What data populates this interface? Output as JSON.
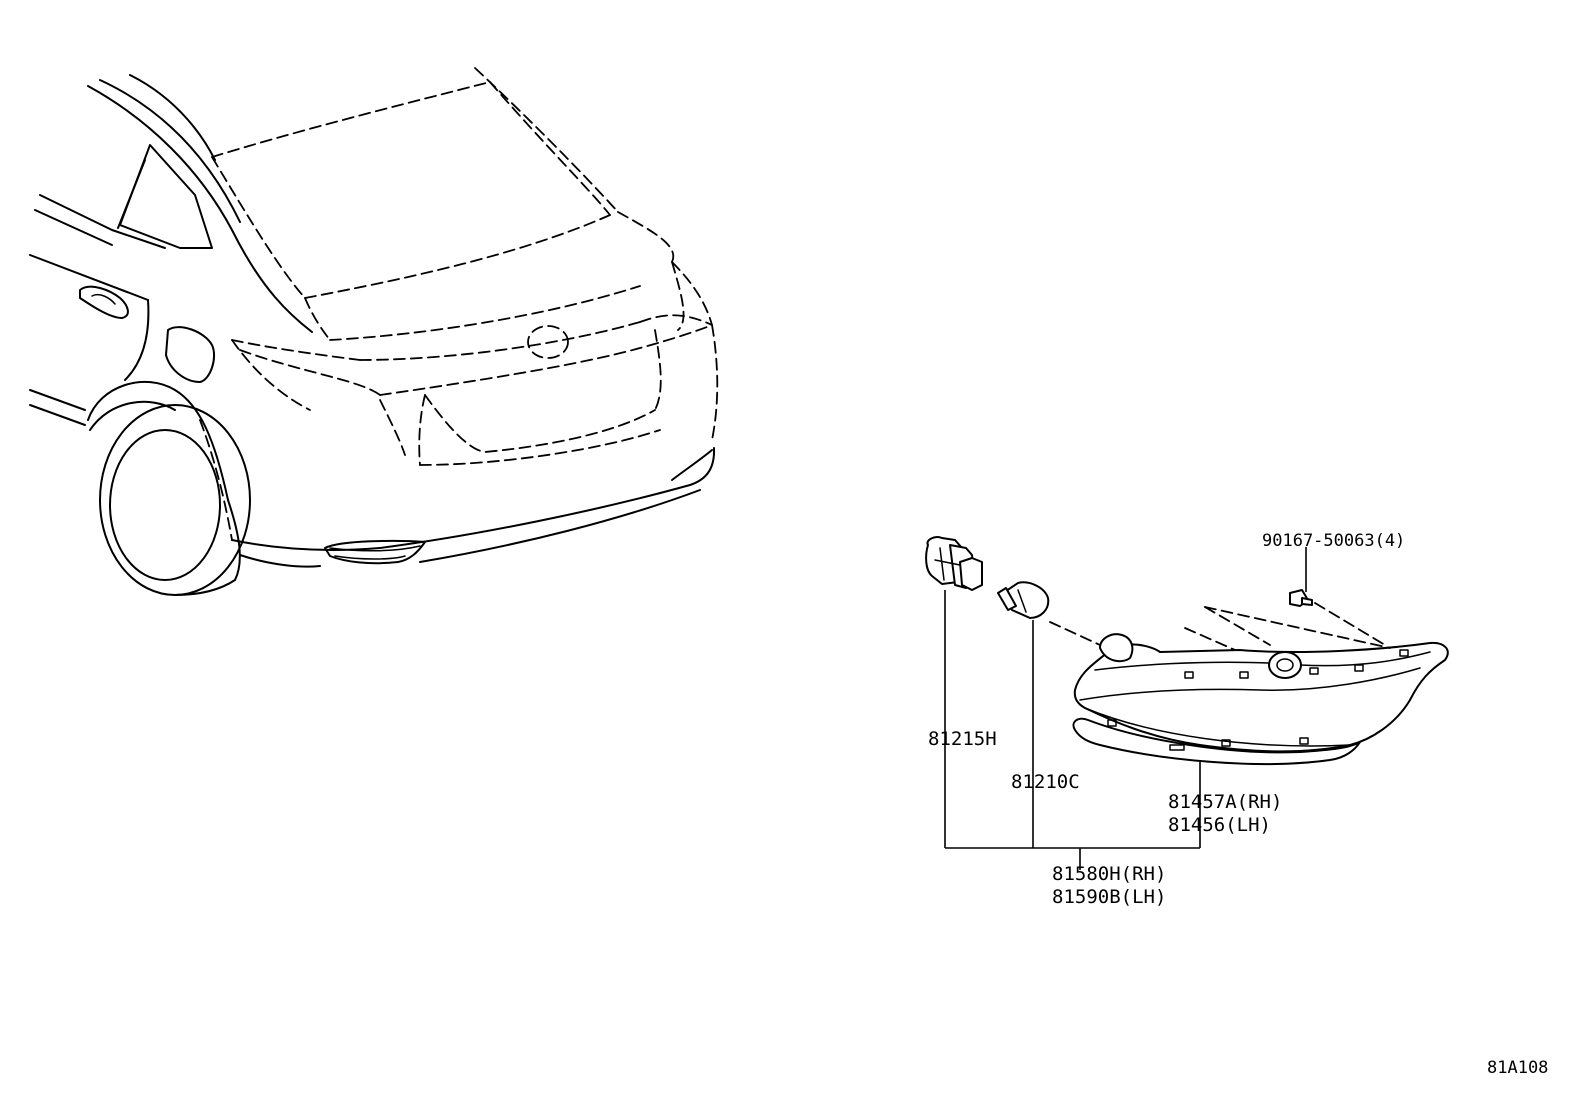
{
  "diagram_id": "81A108",
  "parts": {
    "bolt": "90167-50063(4)",
    "socket": "81215H",
    "bulb": "81210C",
    "lamp_rh": "81457A(RH)",
    "lamp_lh": "81456(LH)",
    "assy_rh": "81580H(RH)",
    "assy_lh": "81590B(LH)"
  }
}
